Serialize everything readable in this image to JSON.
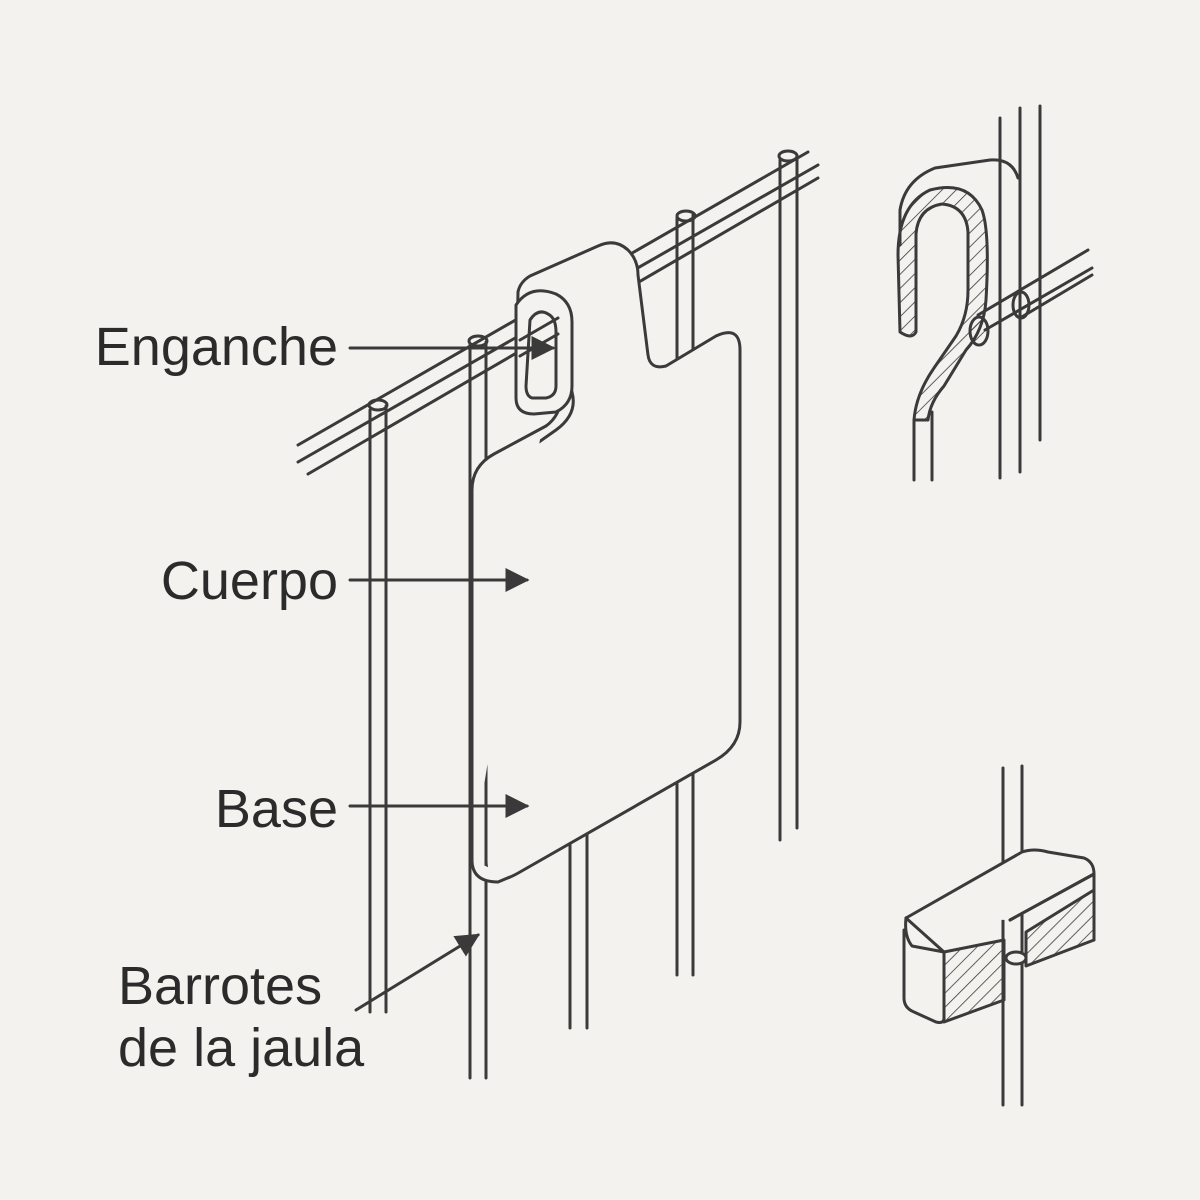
{
  "labels": {
    "hook": "Enganche",
    "body": "Cuerpo",
    "base": "Base",
    "bars_line1": "Barrotes",
    "bars_line2": "de la jaula"
  },
  "colors": {
    "background": "#f3f2ee",
    "stroke": "#3a3a3a",
    "text": "#2b2b2b",
    "fill": "#f3f2ee"
  }
}
